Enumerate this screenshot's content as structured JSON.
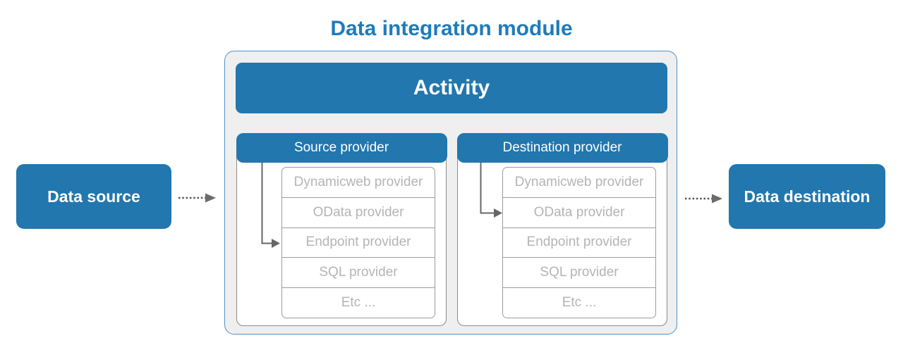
{
  "title": "Data integration module",
  "module": {
    "activity_label": "Activity",
    "panels": [
      {
        "header": "Source provider",
        "items": [
          "Dynamicweb provider",
          "OData provider",
          "Endpoint provider",
          "SQL provider",
          "Etc ..."
        ],
        "arrow_points_to": "Endpoint provider"
      },
      {
        "header": "Destination provider",
        "items": [
          "Dynamicweb provider",
          "OData provider",
          "Endpoint provider",
          "SQL provider",
          "Etc ..."
        ],
        "arrow_points_to": "OData provider"
      }
    ]
  },
  "nodes": {
    "source_label": "Data source",
    "destination_label": "Data destination"
  },
  "colors": {
    "accent_blue": "#2177AE",
    "title_blue": "#1E7BBA",
    "container_fill": "#EFEFEF",
    "container_border": "#4E92C8",
    "panel_border": "#8A8A8A",
    "list_border": "#9C9C9C",
    "list_text": "#B4B4B4",
    "arrow_gray": "#666666"
  }
}
